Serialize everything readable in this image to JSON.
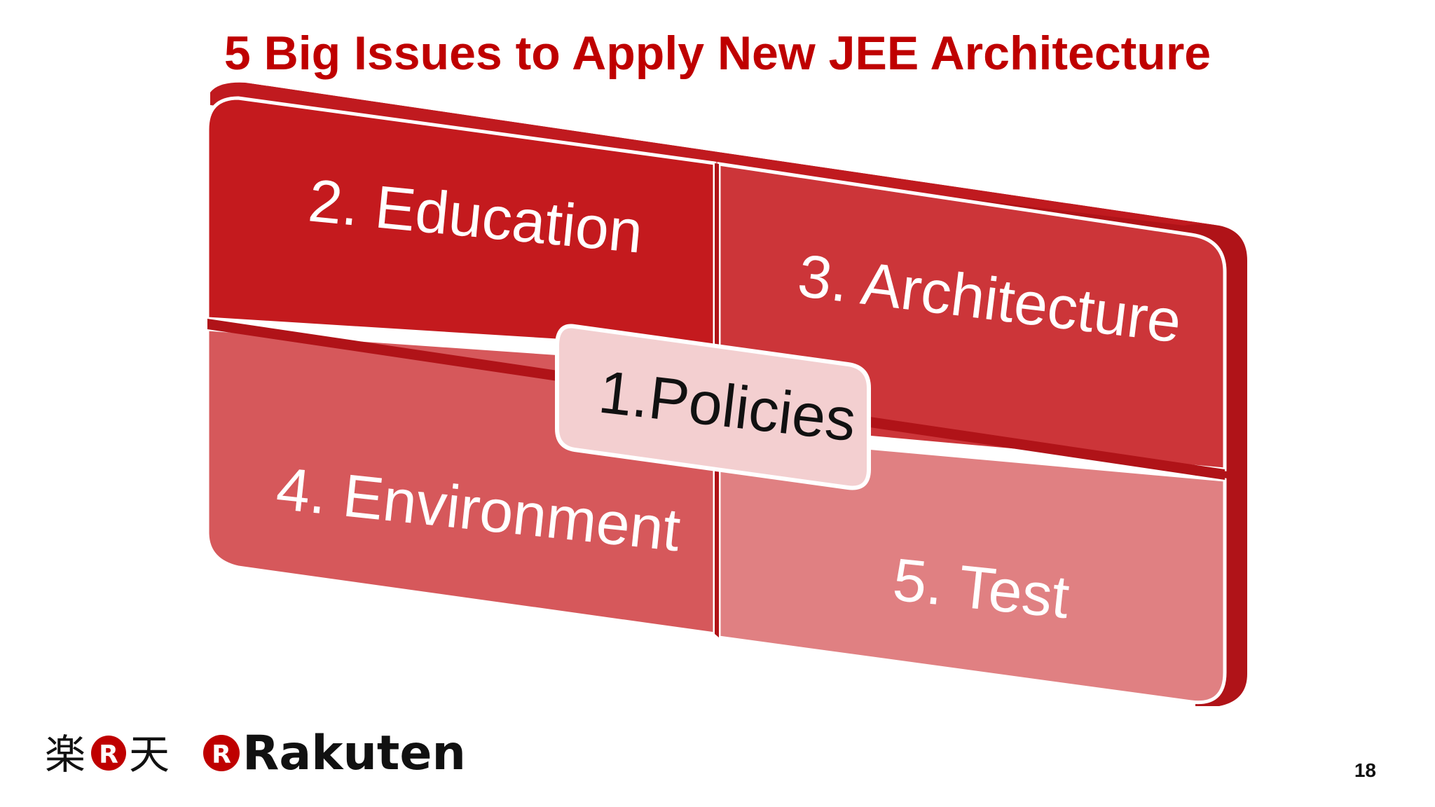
{
  "slide": {
    "title": "5 Big Issues to Apply New JEE Architecture",
    "page_number": "18"
  },
  "diagram": {
    "center_label": "1.Policies",
    "quadrants": [
      {
        "label": "2. Education",
        "color": "#c41a1e"
      },
      {
        "label": "3. Architecture",
        "color": "#cc3539"
      },
      {
        "label": "4. Environment",
        "color": "#d6585b"
      },
      {
        "label": "5. Test",
        "color": "#e08082"
      }
    ]
  },
  "logos": {
    "kanji_left": "楽",
    "kanji_right": "天",
    "registered_mark": "R",
    "rakuten_word": "akuten",
    "brand_color": "#bf0000"
  }
}
